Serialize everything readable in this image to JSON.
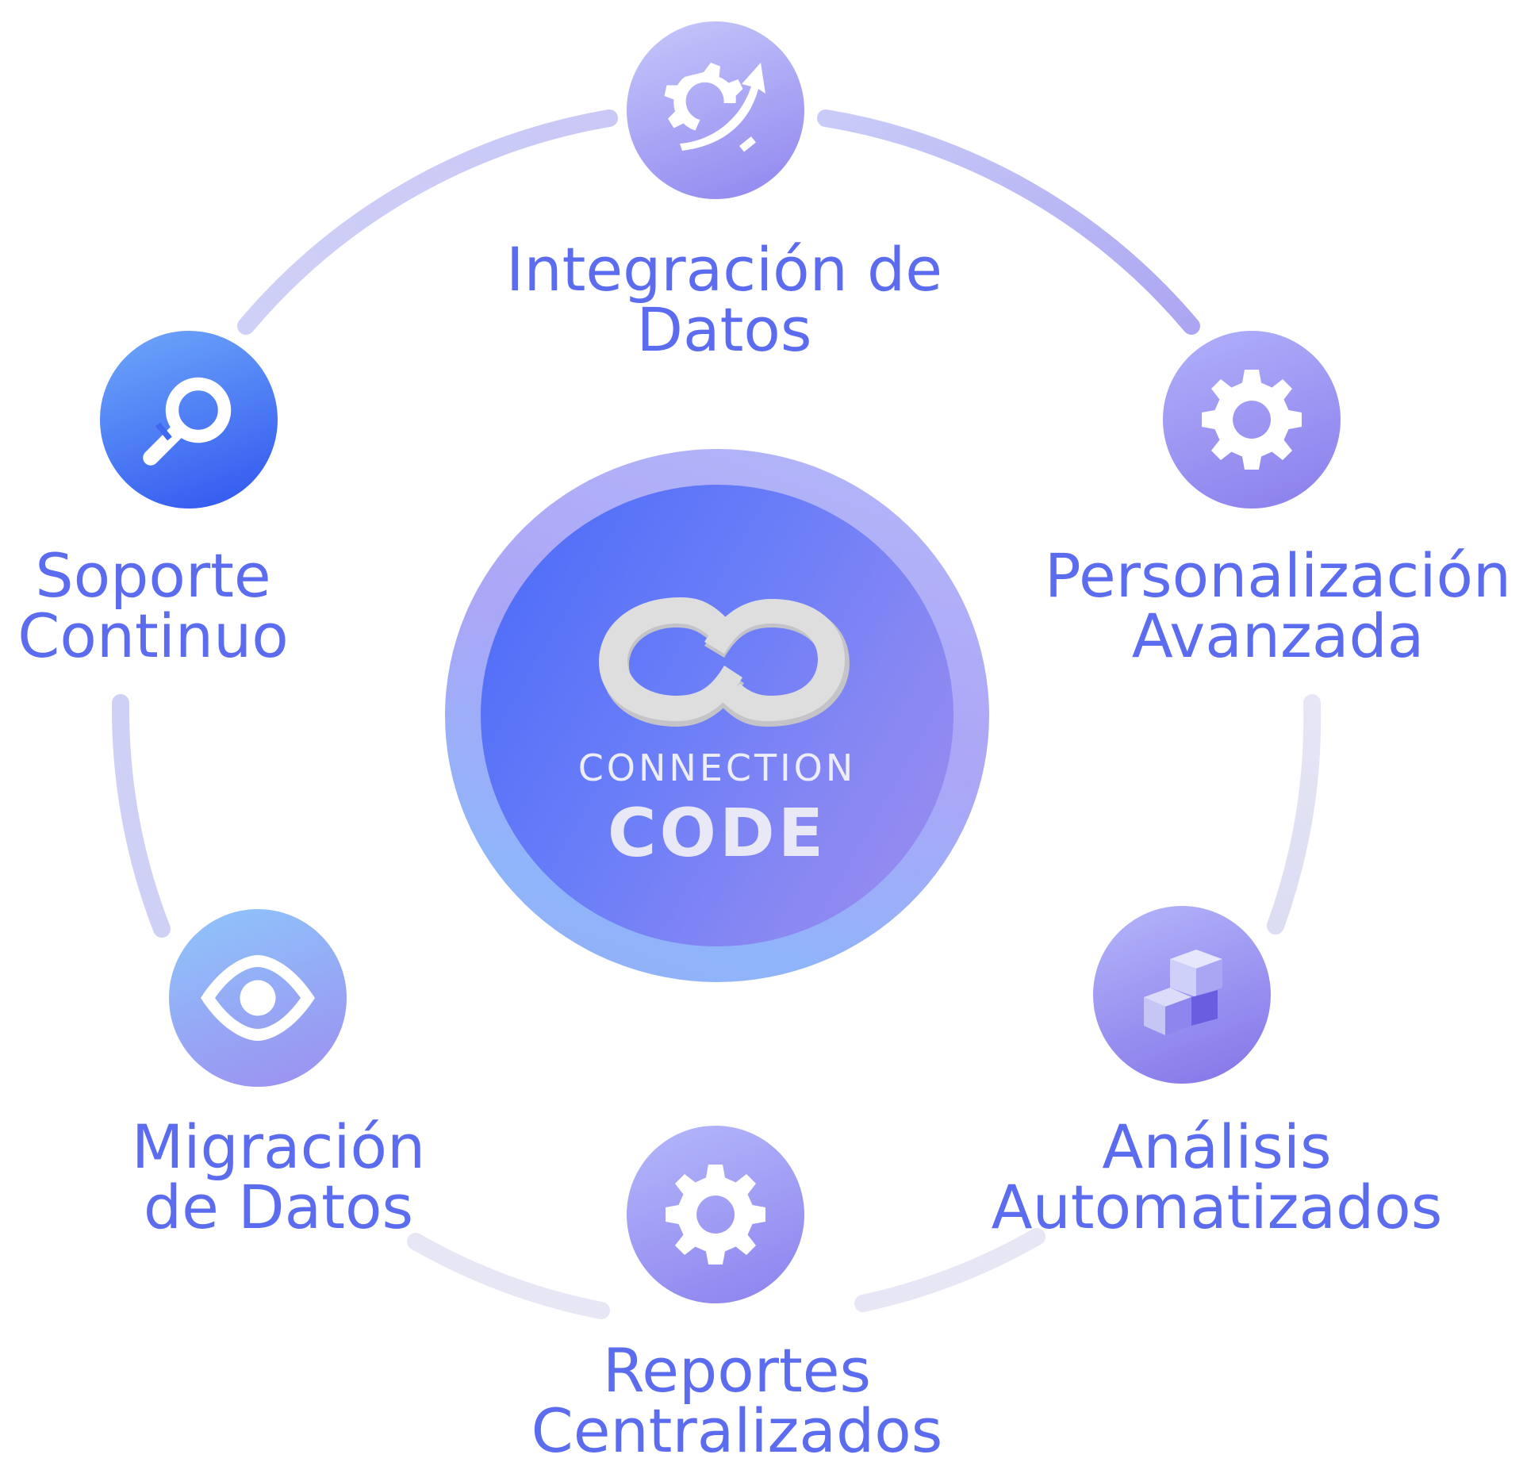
{
  "logo": {
    "line1": "CONNECTION",
    "line2": "CODE"
  },
  "nodes": [
    {
      "id": "integracion",
      "line1": "Integración de",
      "line2": "Datos",
      "icon": "gear-arrow-icon"
    },
    {
      "id": "personalizacion",
      "line1": "Personalización",
      "line2": "Avanzada",
      "icon": "gear-icon"
    },
    {
      "id": "analisis",
      "line1": "Análisis",
      "line2": "Automatizados",
      "icon": "cubes-icon"
    },
    {
      "id": "reportes",
      "line1": "Reportes",
      "line2": "Centralizados",
      "icon": "gear-icon"
    },
    {
      "id": "migracion",
      "line1": "Migración",
      "line2": "de Datos",
      "icon": "eye-icon"
    },
    {
      "id": "soporte",
      "line1": "Soporte",
      "line2": "Continuo",
      "icon": "search-icon"
    }
  ],
  "colors": {
    "text": "#5b6cef",
    "arc": "#c6c6f4",
    "arc_light": "#e4e4f4"
  }
}
